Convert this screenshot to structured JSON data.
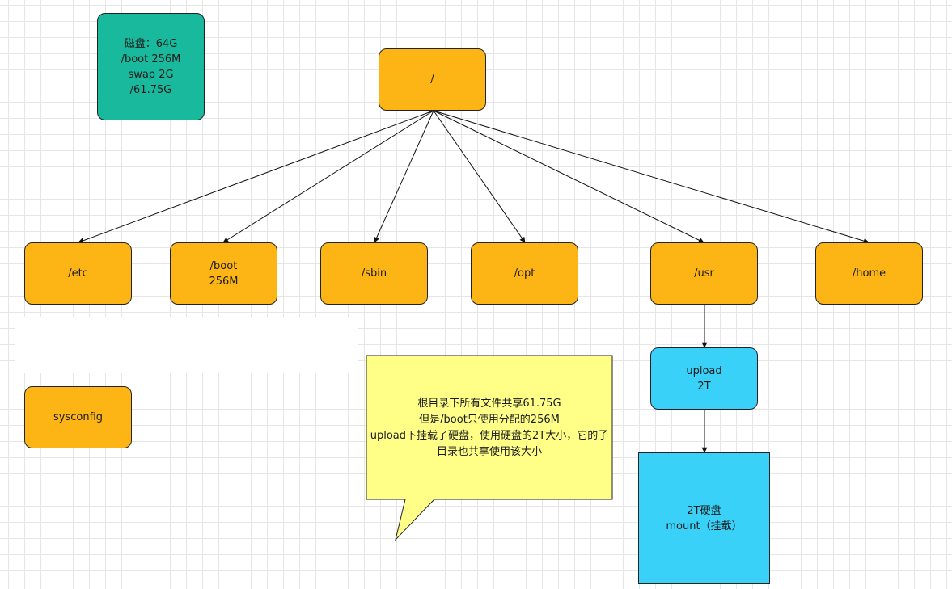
{
  "colors": {
    "orange": "#fdb515",
    "teal": "#19b99d",
    "cyan": "#3ad1f9",
    "note_yellow": "#ffff88"
  },
  "disk_info": {
    "lines": [
      "磁盘：64G",
      "/boot 256M",
      "swap 2G",
      "/61.75G"
    ]
  },
  "root": {
    "label": "/"
  },
  "dirs": {
    "etc": {
      "lines": [
        "/etc"
      ]
    },
    "boot": {
      "lines": [
        "/boot",
        "256M"
      ]
    },
    "sbin": {
      "lines": [
        "/sbin"
      ]
    },
    "opt": {
      "lines": [
        "/opt"
      ]
    },
    "usr": {
      "lines": [
        "/usr"
      ]
    },
    "home": {
      "lines": [
        "/home"
      ]
    }
  },
  "sysconfig": {
    "label": "sysconfig"
  },
  "upload": {
    "lines": [
      "upload",
      "2T"
    ]
  },
  "mount_disk": {
    "lines": [
      "2T硬盘",
      "mount（挂载）"
    ]
  },
  "note": {
    "lines": [
      "根目录下所有文件共享61.75G",
      "但是/boot只使用分配的256M",
      "upload下挂载了硬盘，使用硬盘的2T大小，它的子",
      "目录也共享使用该大小"
    ]
  }
}
